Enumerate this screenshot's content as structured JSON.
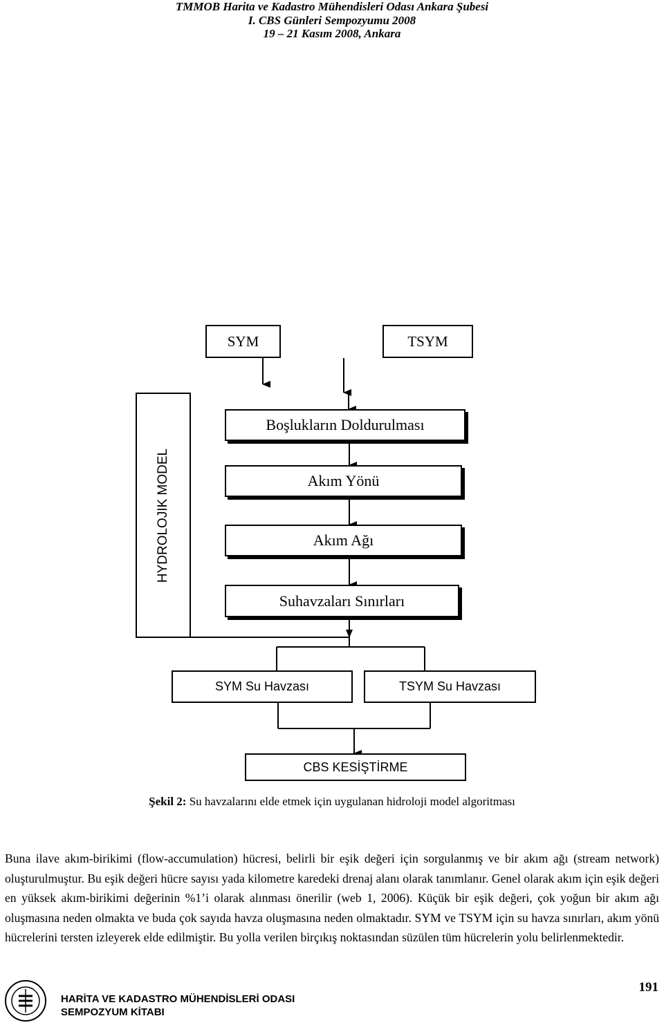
{
  "header": {
    "line1": "TMMOB Harita ve Kadastro Mühendisleri Odası Ankara Şubesi",
    "line2": "I. CBS Günleri Sempozyumu 2008",
    "line3": "19 – 21 Kasım 2008, Ankara"
  },
  "diagram": {
    "side_label": "HYDROLOJIK MODEL",
    "top_left": "SYM",
    "top_right": "TSYM",
    "step1": "Boşlukların Doldurulması",
    "step2": "Akım Yönü",
    "step3": "Akım Ağı",
    "step4": "Suhavzaları Sınırları",
    "basin_left": "SYM Su Havzası",
    "basin_right": "TSYM Su Havzası",
    "final": "CBS KESİŞTİRME"
  },
  "caption": {
    "label": "Şekil 2:",
    "text": " Su havzalarını elde etmek için uygulanan hidroloji model algoritması"
  },
  "paragraph": "Buna ilave akım-birikimi (flow-accumulation) hücresi, belirli bir eşik değeri için sorgulanmış ve bir akım ağı (stream network) oluşturulmuştur. Bu eşik değeri hücre sayısı yada kilometre karedeki drenaj alanı olarak tanımlanır. Genel olarak akım için eşik değeri en yüksek akım-birikimi değerinin %1’i olarak alınması önerilir (web 1, 2006). Küçük bir eşik değeri, çok yoğun bir akım ağı oluşmasına neden olmakta ve buda çok sayıda havza oluşmasına neden olmaktadır. SYM ve TSYM için su havza sınırları, akım yönü hücrelerini tersten izleyerek elde edilmiştir. Bu yolla verilen birçıkış noktasından süzülen tüm hücrelerin yolu belirlenmektedir.",
  "footer": {
    "org_line1": "HARİTA VE KADASTRO MÜHENDİSLERİ ODASI",
    "org_line2": "SEMPOZYUM KİTABI",
    "page_number": "191"
  }
}
